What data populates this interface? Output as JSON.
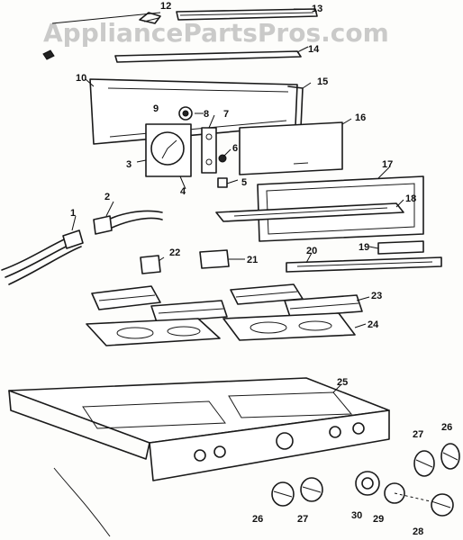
{
  "watermark": "AppliancePartsPros.com",
  "callouts": {
    "c1": "1",
    "c2": "2",
    "c3": "3",
    "c4": "4",
    "c5": "5",
    "c6": "6",
    "c7": "7",
    "c8": "8",
    "c9": "9",
    "c10": "10",
    "c12": "12",
    "c13": "13",
    "c14": "14",
    "c15": "15",
    "c16": "16",
    "c17": "17",
    "c18": "18",
    "c19": "19",
    "c20": "20",
    "c21": "21",
    "c22": "22",
    "c23": "23",
    "c24": "24",
    "c25": "25",
    "c26a": "26",
    "c27a": "27",
    "c26b": "26",
    "c27b": "27",
    "c28": "28",
    "c29": "29",
    "c30": "30"
  }
}
